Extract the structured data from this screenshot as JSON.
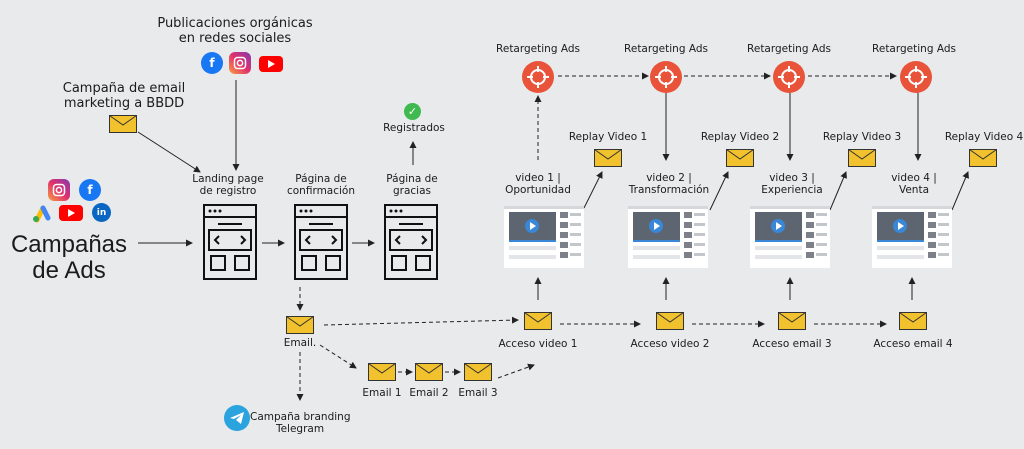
{
  "organic": {
    "title_line1": "Publicaciones orgánicas",
    "title_line2": "en redes sociales"
  },
  "email_campaign": {
    "line1": "Campaña de email",
    "line2": "marketing a BBDD"
  },
  "ads": {
    "line1": "Campañas",
    "line2": "de Ads"
  },
  "landing": {
    "line1": "Landing page",
    "line2": "de registro"
  },
  "confirm": {
    "line1": "Página de",
    "line2": "confirmación"
  },
  "thanks": {
    "line1": "Página de",
    "line2": "gracias"
  },
  "registered": "Registrados",
  "email_node": "Email.",
  "telegram": {
    "line1": "Campaña branding",
    "line2": "Telegram"
  },
  "emails": [
    "Email 1",
    "Email 2",
    "Email 3"
  ],
  "retargeting": [
    "Retargeting Ads",
    "Retargeting Ads",
    "Retargeting Ads",
    "Retargeting Ads"
  ],
  "replays": [
    "Replay Video 1",
    "Replay Video 2",
    "Replay Video 3",
    "Replay Video 4"
  ],
  "videos": [
    {
      "line1": "video 1 |",
      "line2": "Oportunidad"
    },
    {
      "line1": "video 2 |",
      "line2": "Transformación"
    },
    {
      "line1": "video 3 |",
      "line2": "Experiencia"
    },
    {
      "line1": "video 4 |",
      "line2": "Venta"
    }
  ],
  "access": [
    "Acceso video 1",
    "Acceso video 2",
    "Acceso email 3",
    "Acceso email 4"
  ],
  "colors": {
    "mail": "#f2c12e",
    "target": "#e8533a",
    "check": "#3fb950",
    "telegram": "#2aa3df",
    "video_blue": "#3a87d8"
  },
  "icons": [
    "facebook-icon",
    "instagram-icon",
    "youtube-icon",
    "google-ads-icon",
    "linkedin-icon",
    "telegram-icon"
  ]
}
